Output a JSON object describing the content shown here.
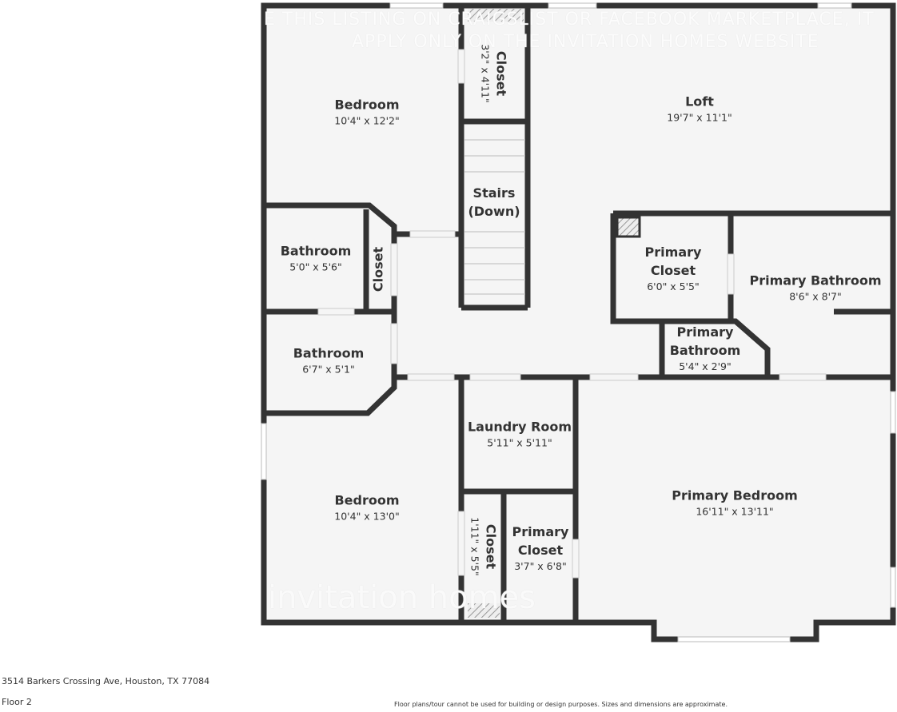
{
  "watermark": {
    "line1": "E THIS LISTING ON CRAIGSLIST OR FACEBOOK MARKETPLACE, IT",
    "line2": "APPLY ONLY ON THE INVITATION HOMES WEBSITE",
    "logo": "invitation homes"
  },
  "rooms": {
    "bedroom1": {
      "name": "Bedroom",
      "dims": "10'4\" x 12'2\""
    },
    "closet1": {
      "name": "Closet",
      "dims": "3'2\" x 4'11\""
    },
    "loft": {
      "name": "Loft",
      "dims": "19'7\" x 11'1\""
    },
    "stairs": {
      "name": "Stairs",
      "sub": "(Down)"
    },
    "bathroom1": {
      "name": "Bathroom",
      "dims": "5'0\" x 5'6\""
    },
    "closet2": {
      "name": "Closet"
    },
    "primary_closet1": {
      "name": "Primary",
      "name2": "Closet",
      "dims": "6'0\" x 5'5\""
    },
    "primary_bathroom1": {
      "name": "Primary Bathroom",
      "dims": "8'6\" x 8'7\""
    },
    "primary_bathroom2": {
      "name": "Primary",
      "name2": "Bathroom",
      "dims": "5'4\" x 2'9\""
    },
    "bathroom2": {
      "name": "Bathroom",
      "dims": "6'7\" x 5'1\""
    },
    "laundry": {
      "name": "Laundry Room",
      "dims": "5'11\" x 5'11\""
    },
    "primary_bedroom": {
      "name": "Primary Bedroom",
      "dims": "16'11\" x 13'11\""
    },
    "bedroom2": {
      "name": "Bedroom",
      "dims": "10'4\" x 13'0\""
    },
    "closet3": {
      "name": "Closet",
      "dims": "1'11\" x 5'5\""
    },
    "primary_closet2": {
      "name": "Primary",
      "name2": "Closet",
      "dims": "3'7\" x 6'8\""
    }
  },
  "footer": {
    "address": "3514 Barkers Crossing Ave, Houston, TX 77084",
    "floor": "Floor 2",
    "disclaimer": "Floor plans/tour cannot be used for building or design purposes. Sizes and dimensions are approximate."
  },
  "colors": {
    "wall": "#333333",
    "floor": "#f5f5f5",
    "window": "#ffffff"
  }
}
